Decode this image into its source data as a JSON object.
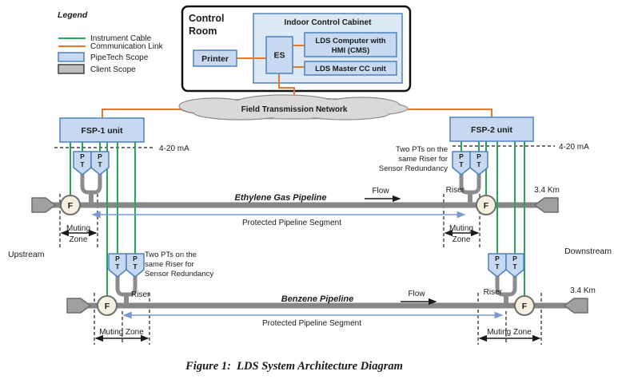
{
  "legend": {
    "title": "Legend",
    "instrument_cable": "Instrument Cable",
    "communication_link": "Communication Link",
    "pipetech_scope": "PipeTech Scope",
    "client_scope": "Client Scope"
  },
  "control_room": {
    "title_line1": "Control",
    "title_line2": "Room",
    "printer": "Printer",
    "cabinet_title": "Indoor Control Cabinet",
    "es": "ES",
    "lds_computer_line1": "LDS Computer with",
    "lds_computer_line2": "HMI (CMS)",
    "lds_master": "LDS Master CC unit"
  },
  "network": {
    "label": "Field Transmission Network"
  },
  "field_units": {
    "fsp1": "FSP-1 unit",
    "fsp2": "FSP-2 unit",
    "signal_left": "4-20 mA",
    "signal_right": "4-20 mA"
  },
  "sensors": {
    "p": "P",
    "t": "T",
    "flow_meter": "F",
    "riser": "Riser",
    "note_line1": "Two PTs on the",
    "note_line2": "same Riser for",
    "note_line3": "Sensor Redundancy"
  },
  "ethylene": {
    "name": "Ethylene Gas Pipeline",
    "flow": "Flow",
    "distance": "3.4 Km",
    "protected": "Protected Pipeline Segment",
    "muting_line1": "Muting",
    "muting_line2": "Zone"
  },
  "benzene": {
    "name": "Benzene Pipeline",
    "flow": "Flow",
    "distance": "3.4 Km",
    "protected": "Protected Pipeline Segment",
    "muting": "Muting Zone"
  },
  "ends": {
    "upstream": "Upstream",
    "downstream": "Downstream"
  },
  "colors": {
    "instrument_cable": "#27a65a",
    "communication_link": "#e8772e",
    "pipetech_fill": "#c6d9f0",
    "pipetech_stroke": "#4f81bd",
    "client_fill": "#bfbfbf",
    "pipeline_gray": "#868686",
    "protected_blue": "#7a9bd0",
    "flow_meter_fill": "#f7f2df"
  },
  "caption": "Figure 1:  LDS System Architecture Diagram"
}
